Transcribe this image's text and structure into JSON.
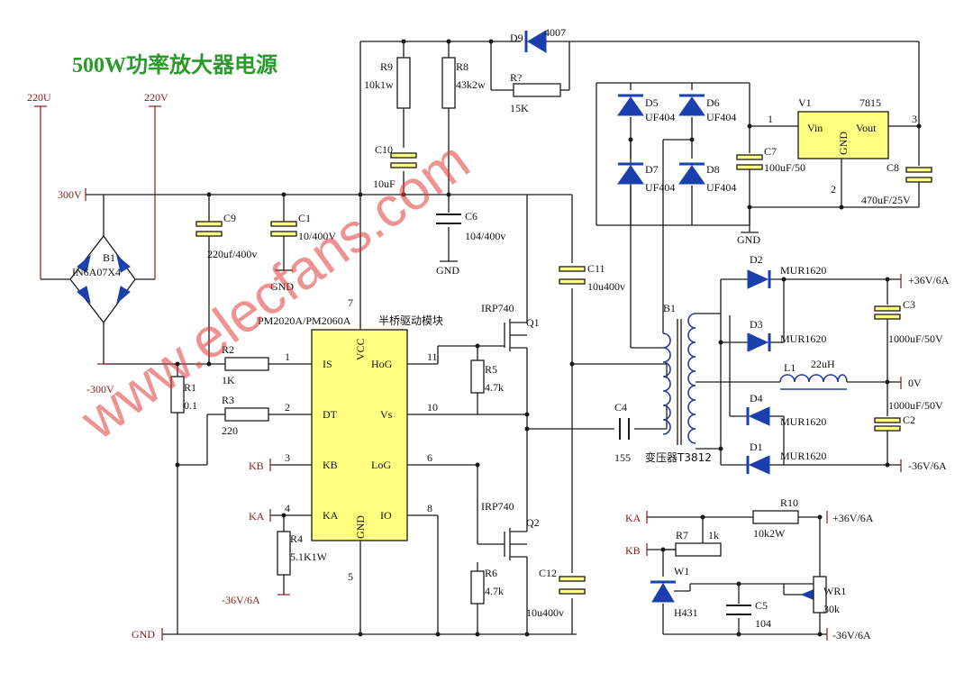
{
  "title": "500W功率放大器电源",
  "watermark": "www.elecfans.com",
  "ports": {
    "ac_left": "220U",
    "ac_right": "220V",
    "hv_pos": "300V",
    "hv_neg": "-300V",
    "gnd_left": "GND",
    "kb_left": "KB",
    "ka_left": "KA",
    "neg36_left": "-36V/6A",
    "out_pos": "+36V/6A",
    "out_zero": "0V",
    "out_neg": "-36V/6A",
    "ka_right": "KA",
    "kb_right": "KB",
    "wr_pos": "+36V/6A",
    "wr_neg": "-36V/6A"
  },
  "bridge": {
    "ref": "B1",
    "value": "IN6A07X4"
  },
  "ic": {
    "ref": "PM2020A/PM2060A",
    "module": "半桥驱动模块",
    "pins": {
      "is": "IS",
      "dt": "DT",
      "kb": "KB",
      "ka": "KA",
      "vcc": "VCC",
      "gnd": "GND",
      "hog": "HoG",
      "vs": "Vs",
      "log": "LoG",
      "io": "IO"
    },
    "pin_numbers": [
      "1",
      "2",
      "3",
      "4",
      "7",
      "5",
      "11",
      "10",
      "6",
      "8"
    ]
  },
  "components": {
    "R1": {
      "ref": "R1",
      "value": "0.1"
    },
    "R2": {
      "ref": "R2",
      "value": "1K"
    },
    "R3": {
      "ref": "R3",
      "value": "220"
    },
    "R4": {
      "ref": "R4",
      "value": "5.1K1W"
    },
    "R5": {
      "ref": "R5",
      "value": "4.7k"
    },
    "R6": {
      "ref": "R6",
      "value": "4.7k"
    },
    "R7": {
      "ref": "R7",
      "value": "1k"
    },
    "R8": {
      "ref": "R8",
      "value": "43k2w"
    },
    "R9": {
      "ref": "R9",
      "value": "10k1w"
    },
    "R10": {
      "ref": "R10",
      "value": "10k2W"
    },
    "Rq": {
      "ref": "R?",
      "value": "15K"
    },
    "C1": {
      "ref": "C1",
      "value": "10/400V"
    },
    "C2": {
      "ref": "C2",
      "value": "1000uF/50V"
    },
    "C3": {
      "ref": "C3",
      "value": "1000uF/50V"
    },
    "C4": {
      "ref": "C4",
      "value": "155"
    },
    "C5": {
      "ref": "C5",
      "value": "104"
    },
    "C6": {
      "ref": "C6",
      "value": "104/400v"
    },
    "C7": {
      "ref": "C7",
      "value": "100uF/50"
    },
    "C8": {
      "ref": "C8",
      "value": "470uF/25V"
    },
    "C9": {
      "ref": "C9",
      "value": "220uf/400v"
    },
    "C10": {
      "ref": "C10",
      "value": "10uF"
    },
    "C11": {
      "ref": "C11",
      "value": "10u400v"
    },
    "C12": {
      "ref": "C12",
      "value": "10u400v"
    },
    "D1": {
      "ref": "D1",
      "value": "MUR1620"
    },
    "D2": {
      "ref": "D2",
      "value": "MUR1620"
    },
    "D3": {
      "ref": "D3",
      "value": "MUR1620"
    },
    "D4": {
      "ref": "D4",
      "value": "MUR1620"
    },
    "D5": {
      "ref": "D5",
      "value": "UF404"
    },
    "D6": {
      "ref": "D6",
      "value": "UF404"
    },
    "D7": {
      "ref": "D7",
      "value": "UF404"
    },
    "D8": {
      "ref": "D8",
      "value": "UF404"
    },
    "D9": {
      "ref": "D9",
      "value": "4007"
    },
    "Q1": {
      "ref": "Q1",
      "value": "IRP740"
    },
    "Q2": {
      "ref": "Q2",
      "value": "IRP740"
    },
    "L1": {
      "ref": "L1",
      "value": "22uH"
    },
    "B1x": {
      "ref": "B1"
    },
    "T": {
      "value": "变压器T3812"
    },
    "V1": {
      "ref": "V1",
      "value": "7815",
      "vin": "Vin",
      "vout": "Vout",
      "gnd": "GND",
      "p1": "1",
      "p2": "2",
      "p3": "3"
    },
    "W1": {
      "ref": "W1",
      "value": "H431"
    },
    "WR1": {
      "ref": "WR1",
      "value": "30k"
    }
  },
  "labels": {
    "gnd": "GND"
  }
}
